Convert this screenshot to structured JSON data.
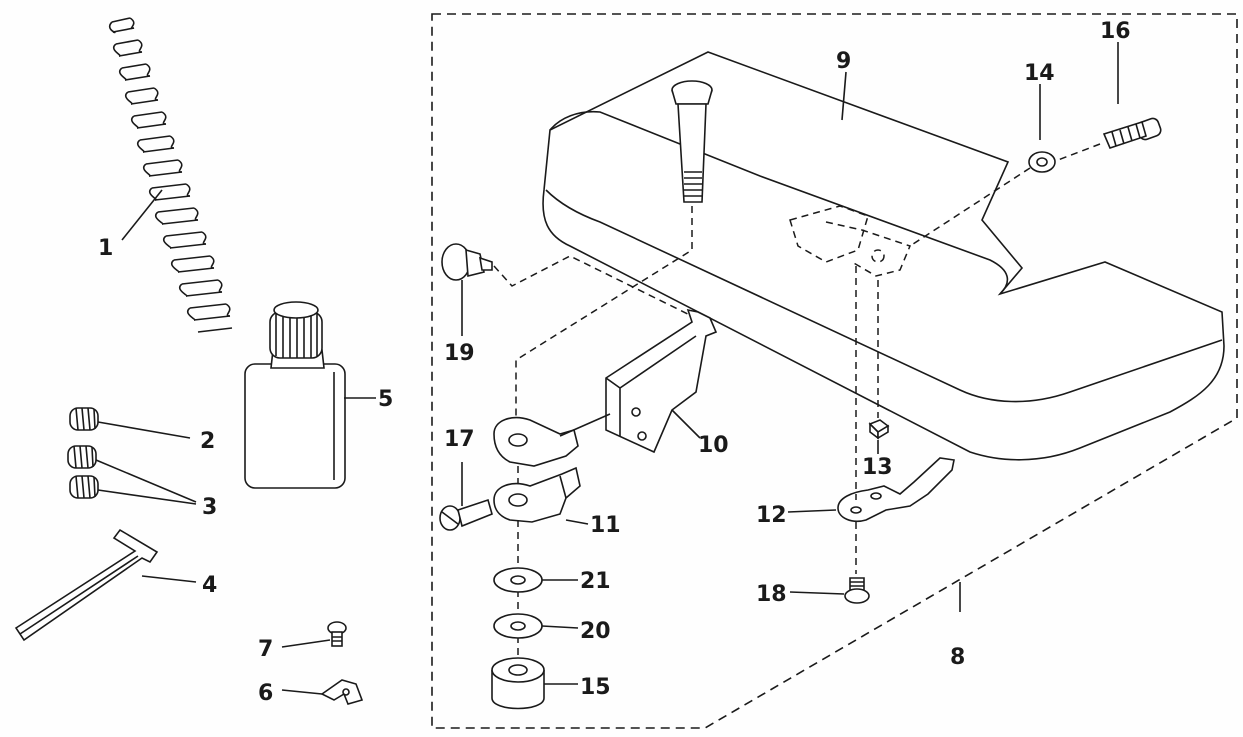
{
  "diagram": {
    "labels": {
      "p1": "1",
      "p2": "2",
      "p3": "3",
      "p4": "4",
      "p5": "5",
      "p6": "6",
      "p7": "7",
      "p8": "8",
      "p9": "9",
      "p10": "10",
      "p11": "11",
      "p12": "12",
      "p13": "13",
      "p14": "14",
      "p15": "15",
      "p16": "16",
      "p17": "17",
      "p18": "18",
      "p19": "19",
      "p20": "20",
      "p21": "21"
    },
    "colors": {
      "line": "#1a1a1a",
      "background": "#fefefe"
    }
  }
}
